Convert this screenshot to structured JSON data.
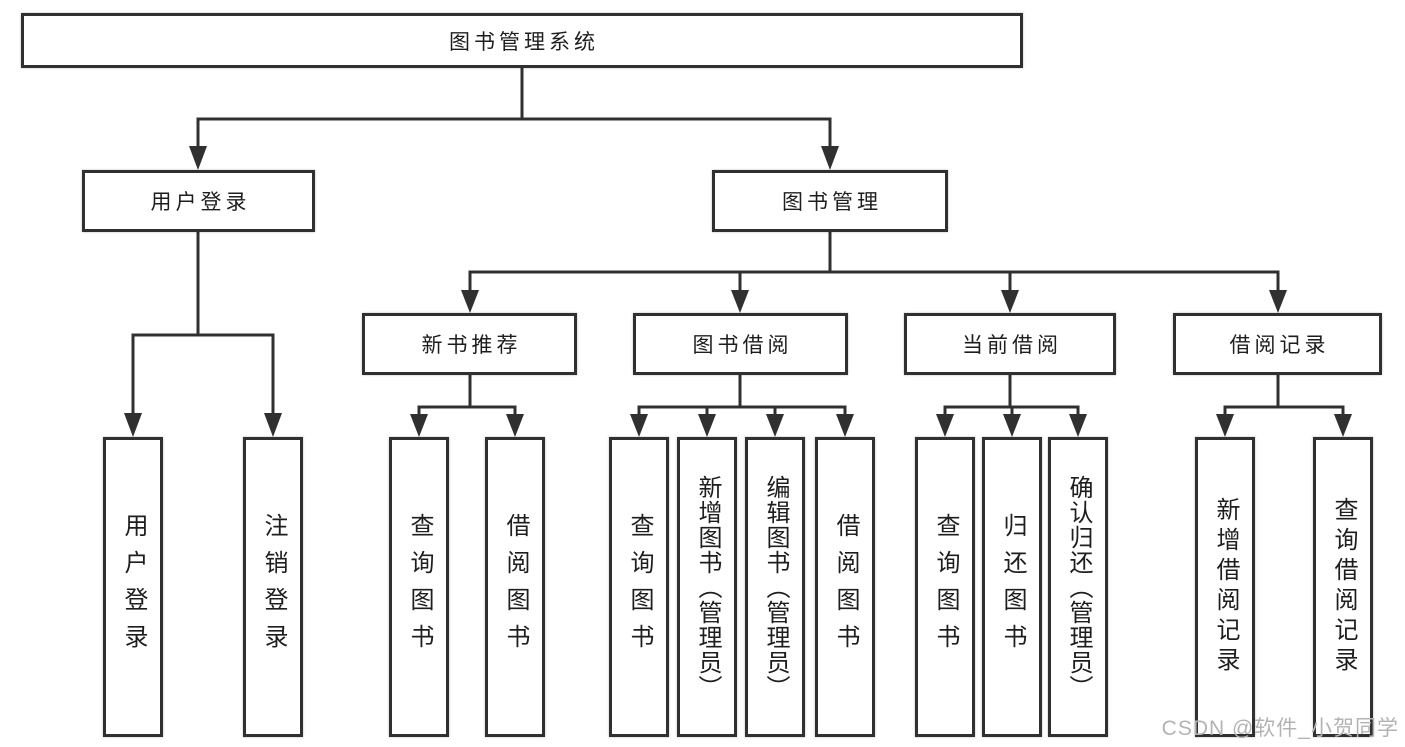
{
  "diagram": {
    "title": "图书管理系统",
    "root": {
      "label": "图书管理系统"
    },
    "level2": [
      {
        "label": "用户登录"
      },
      {
        "label": "图书管理"
      }
    ],
    "level3": [
      {
        "label": "新书推荐",
        "parent": "图书管理"
      },
      {
        "label": "图书借阅",
        "parent": "图书管理"
      },
      {
        "label": "当前借阅",
        "parent": "图书管理"
      },
      {
        "label": "借阅记录",
        "parent": "图书管理"
      }
    ],
    "leaves": [
      {
        "label": "用户登录",
        "parent": "用户登录"
      },
      {
        "label": "注销登录",
        "parent": "用户登录"
      },
      {
        "label": "查询图书",
        "parent": "新书推荐"
      },
      {
        "label": "借阅图书",
        "parent": "新书推荐"
      },
      {
        "label": "查询图书",
        "parent": "图书借阅"
      },
      {
        "label": "新增图书（管理员）",
        "parent": "图书借阅"
      },
      {
        "label": "编辑图书（管理员）",
        "parent": "图书借阅"
      },
      {
        "label": "借阅图书",
        "parent": "图书借阅"
      },
      {
        "label": "查询图书",
        "parent": "当前借阅"
      },
      {
        "label": "归还图书",
        "parent": "当前借阅"
      },
      {
        "label": "确认归还（管理员）",
        "parent": "当前借阅"
      },
      {
        "label": "新增借阅记录",
        "parent": "借阅记录"
      },
      {
        "label": "查询借阅记录",
        "parent": "借阅记录"
      }
    ],
    "colors": {
      "line": "#303030",
      "box_border": "#303030",
      "text": "#1e1e1e",
      "watermark": "#b3b3b3",
      "background": "#ffffff"
    }
  },
  "watermark": {
    "text": "CSDN @软件_小贺同学"
  }
}
